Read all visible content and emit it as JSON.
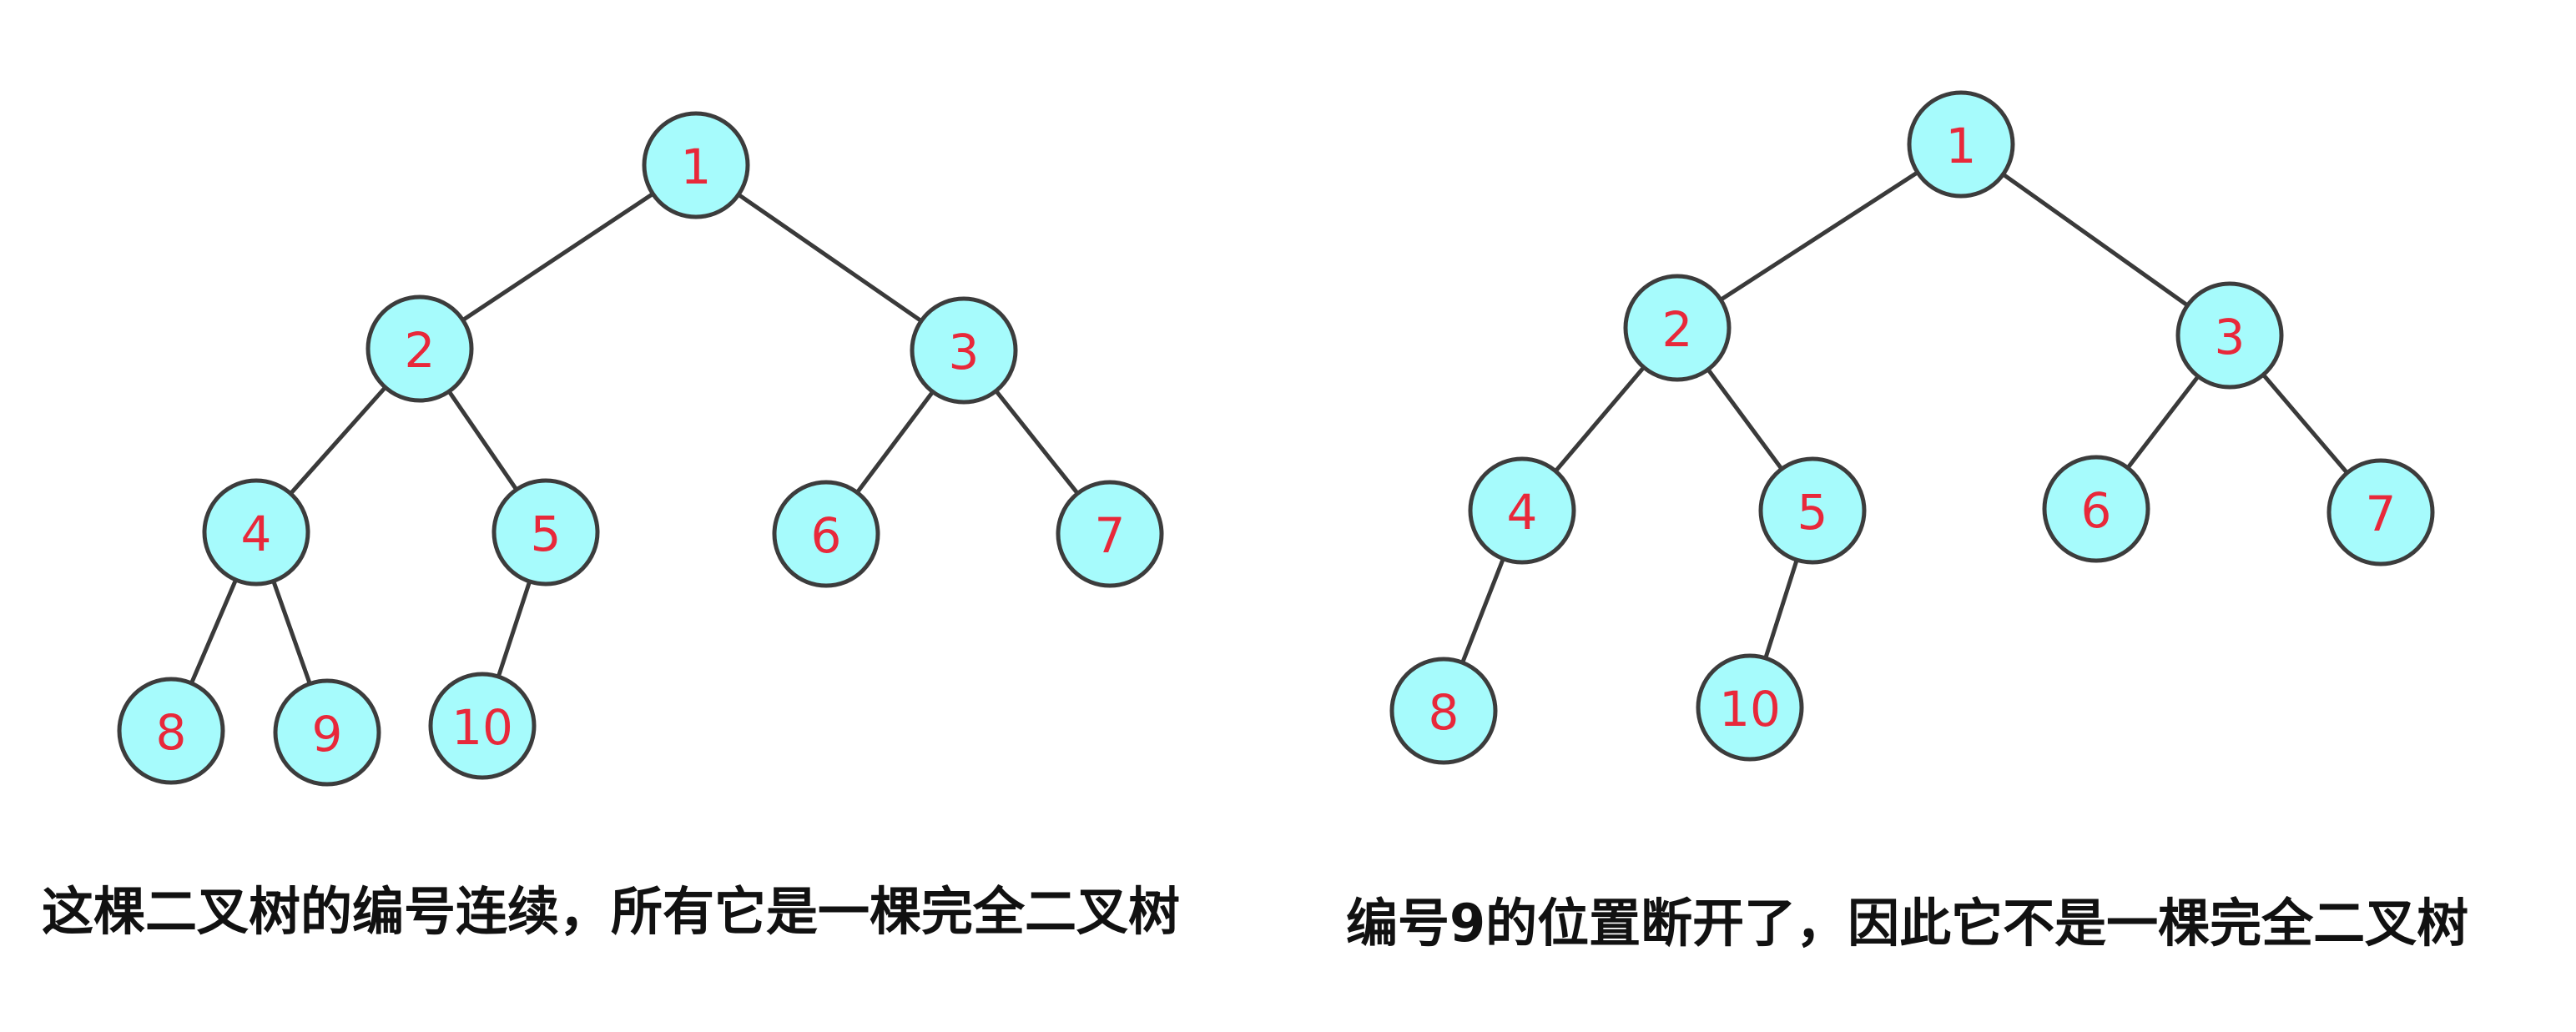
{
  "trees": [
    {
      "caption": "这棵二叉树的编号连续，所有它是一棵完全二叉树",
      "nodes": [
        "1",
        "2",
        "3",
        "4",
        "5",
        "6",
        "7",
        "8",
        "9",
        "10"
      ],
      "edges": [
        [
          "1",
          "2"
        ],
        [
          "1",
          "3"
        ],
        [
          "2",
          "4"
        ],
        [
          "2",
          "5"
        ],
        [
          "3",
          "6"
        ],
        [
          "3",
          "7"
        ],
        [
          "4",
          "8"
        ],
        [
          "4",
          "9"
        ],
        [
          "5",
          "10"
        ]
      ]
    },
    {
      "caption": "编号9的位置断开了，因此它不是一棵完全二叉树",
      "nodes": [
        "1",
        "2",
        "3",
        "4",
        "5",
        "6",
        "7",
        "8",
        "10"
      ],
      "edges": [
        [
          "1",
          "2"
        ],
        [
          "1",
          "3"
        ],
        [
          "2",
          "4"
        ],
        [
          "2",
          "5"
        ],
        [
          "3",
          "6"
        ],
        [
          "3",
          "7"
        ],
        [
          "4",
          "8"
        ],
        [
          "5",
          "10"
        ]
      ]
    }
  ]
}
